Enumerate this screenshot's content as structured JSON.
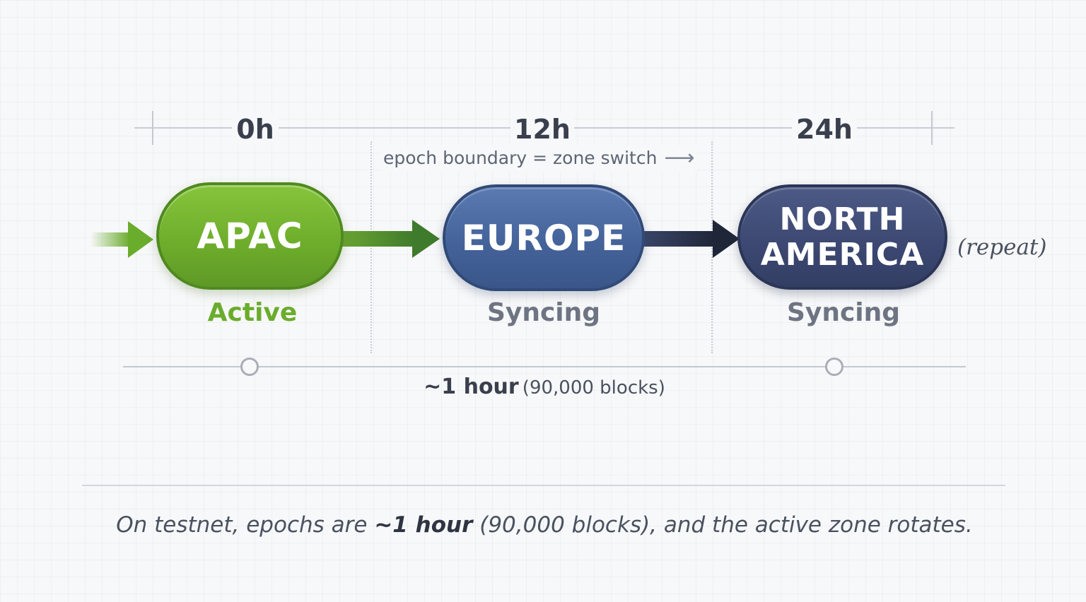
{
  "timeline": {
    "ticks": [
      "0h",
      "12h",
      "24h"
    ],
    "epoch_note": "epoch boundary = zone switch",
    "epoch_note_arrow": "⟶"
  },
  "zones": [
    {
      "name_lines": [
        "APAC"
      ],
      "status": "Active",
      "color": "#75b532"
    },
    {
      "name_lines": [
        "EUROPE"
      ],
      "status": "Syncing",
      "color": "#4a68a0"
    },
    {
      "name_lines": [
        "NORTH",
        "AMERICA"
      ],
      "status": "Syncing",
      "color": "#3d4973"
    }
  ],
  "repeat_label": "(repeat)",
  "duration": {
    "strong": "~1 hour",
    "detail": "(90,000 blocks)"
  },
  "caption": {
    "before": "On testnet, epochs are ",
    "strong": "~1 hour",
    "after": " (90,000 blocks), and the active zone rotates."
  },
  "colors": {
    "active_green": "#6aac2c",
    "europe_blue": "#4a68a0",
    "na_navy": "#3d4973",
    "syncing_gray": "#6e7482"
  }
}
